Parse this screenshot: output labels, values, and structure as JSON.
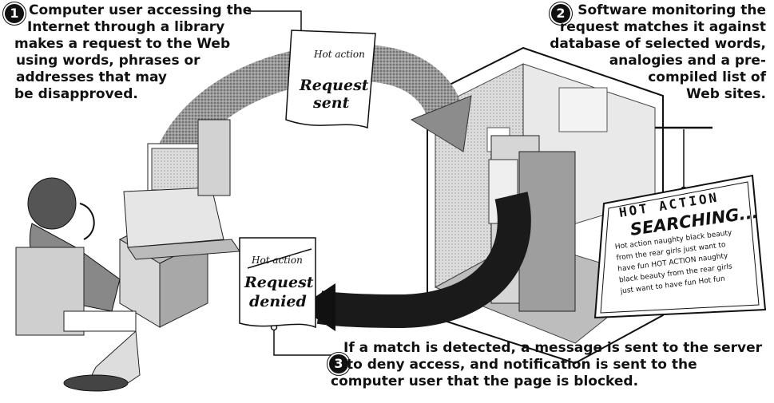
{
  "steps": [
    {
      "number": "1",
      "first_line": "Computer user accessing the",
      "lines": [
        "Internet through a library",
        "makes a request to the Web",
        "using words, phrases or",
        "addresses that may",
        "be disapproved."
      ]
    },
    {
      "number": "2",
      "lines": [
        "Software monitoring the",
        "request matches it against",
        "database of selected words,",
        "analogies and a pre-",
        "compiled list of",
        "Web sites."
      ]
    },
    {
      "number": "3",
      "first_line": "If a match is detected, a message is sent to the server",
      "lines": [
        "to deny access, and notification is sent to the",
        "computer user that the page is blocked."
      ]
    }
  ],
  "request_sent_note": {
    "search_term": "Hot action",
    "line1": "Request",
    "line2": "sent"
  },
  "request_denied_note": {
    "search_term": "Hot action",
    "line1": "Request",
    "line2": "denied"
  },
  "monitor_screen": {
    "header": "HOT ACTION",
    "status": "SEARCHING...",
    "content_lines": [
      "Hot action naughty black beauty",
      "from the rear girls just want to",
      "have fun HOT ACTION naughty",
      "black beauty from the rear girls",
      "just want to have fun Hot fun"
    ]
  },
  "colors": {
    "ink": "#111111",
    "arrow_gray": "#7a7a7a",
    "room_gray": "#cfcfcf",
    "screen_bg": "#ffffff"
  }
}
